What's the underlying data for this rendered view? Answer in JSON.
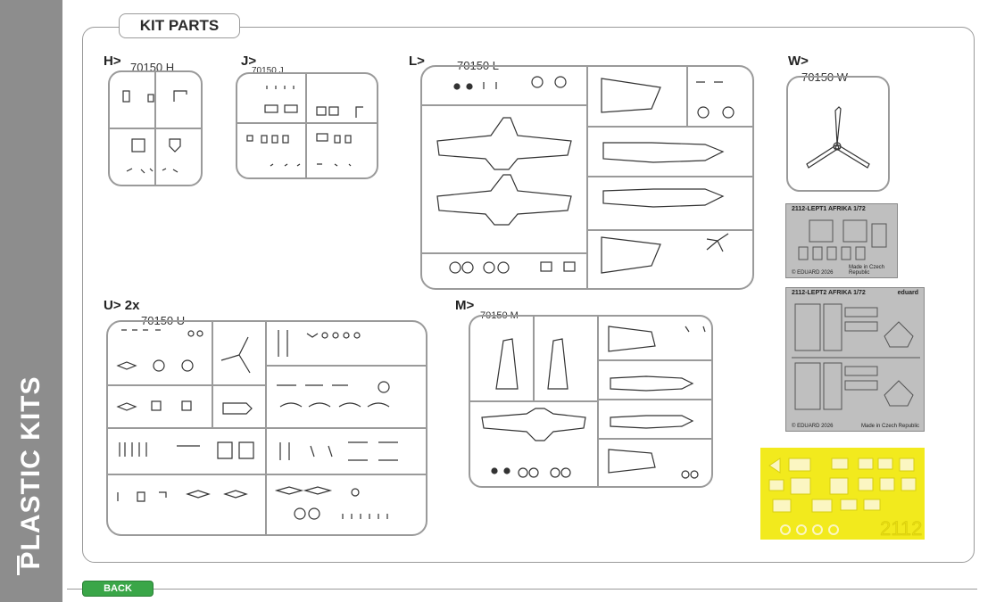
{
  "sidebar": {
    "title": "PLASTIC KITS"
  },
  "header": {
    "tab_title": "KIT PARTS"
  },
  "sprues": {
    "H": {
      "label": "H>",
      "code": "70150 H"
    },
    "J": {
      "label": "J>",
      "code": "70150 J"
    },
    "L": {
      "label": "L>",
      "code": "70150 L"
    },
    "W": {
      "label": "W>",
      "code": "70150 W"
    },
    "U": {
      "label": "U> 2x",
      "code": "70150 U"
    },
    "M": {
      "label": "M>",
      "code": "70150 M"
    }
  },
  "photo_etch": [
    {
      "header": "2112-LEPT1  AFRIKA  1/72",
      "footer": "© EDUARD 2026",
      "made_in": "Made in Czech Republic"
    },
    {
      "header": "2112-LEPT2  AFRIKA  1/72",
      "logo": "eduard",
      "footer": "© EDUARD 2026",
      "made_in": "Made in Czech Republic"
    }
  ],
  "mask": {
    "code": "2112",
    "color": "#f2ea1d"
  },
  "footer": {
    "back_label": "BACK",
    "back_color": "#3aa648"
  },
  "colors": {
    "sidebar": "#8d8d8d",
    "frame_border": "#9a9a9a"
  }
}
